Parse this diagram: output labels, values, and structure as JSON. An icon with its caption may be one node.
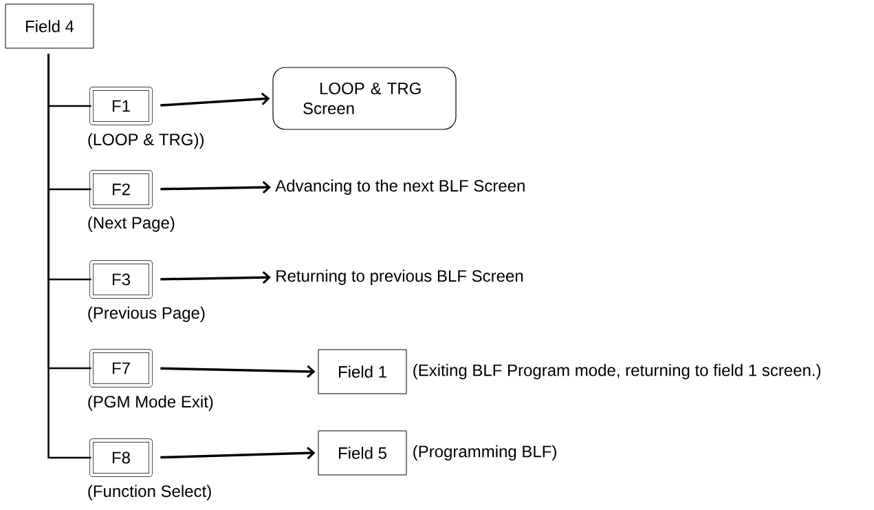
{
  "diagram": {
    "nodes": [
      {
        "text": [
          "Field 4"
        ]
      },
      {
        "text": [
          "F1"
        ],
        "beside": [
          "(LOOP & TRG))"
        ]
      },
      {
        "text": [
          "LOOP & TRG Screen"
        ]
      },
      {
        "text": [
          "F2"
        ],
        "beside": [
          "(Next Page)"
        ]
      },
      {
        "text": [
          "Advancing to the next BLF Screen"
        ]
      },
      {
        "text": [
          "F3"
        ],
        "beside": [
          "(Previous Page)"
        ]
      },
      {
        "text": [
          "Returning to previous BLF Screen"
        ]
      },
      {
        "text": [
          "F7"
        ],
        "beside": [
          "(PGM Mode Exit)"
        ]
      },
      {
        "text": [
          "Field 1"
        ],
        "beside": [
          "(Exiting BLF Program mode, returning to field 1 screen.)"
        ]
      },
      {
        "text": [
          "F8"
        ],
        "beside": [
          "(Function Select)"
        ]
      },
      {
        "text": [
          "Field 5"
        ],
        "beside": [
          "(Programming BLF)"
        ]
      }
    ],
    "edges": [
      {
        "from": 0,
        "to": 1,
        "arrow": "none"
      },
      {
        "from": 0,
        "to": 3,
        "arrow": "none"
      },
      {
        "from": 0,
        "to": 5,
        "arrow": "none"
      },
      {
        "from": 0,
        "to": 7,
        "arrow": "none"
      },
      {
        "from": 0,
        "to": 9,
        "arrow": "none"
      },
      {
        "from": 1,
        "to": 2,
        "arrow": "to"
      },
      {
        "from": 3,
        "to": 4,
        "arrow": "to"
      },
      {
        "from": 5,
        "to": 6,
        "arrow": "to"
      },
      {
        "from": 7,
        "to": 8,
        "arrow": "to"
      },
      {
        "from": 9,
        "to": 10,
        "arrow": "to"
      }
    ]
  }
}
